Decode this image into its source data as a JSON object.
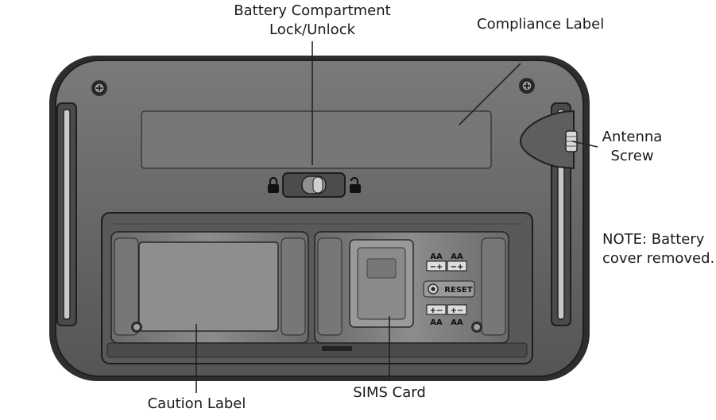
{
  "callouts": {
    "battery_lock": {
      "line1": "Battery Compartment",
      "line2": "Lock/Unlock"
    },
    "compliance": "Compliance Label",
    "antenna": {
      "line1": "Antenna",
      "line2": "Screw"
    },
    "note": {
      "line1": "NOTE: Battery",
      "line2": "cover removed."
    },
    "caution": "Caution Label",
    "sims": "SIMS Card"
  },
  "device_marks": {
    "aa": "AA",
    "plus_minus": "−+",
    "minus_plus": "+−",
    "reset": "RESET"
  },
  "icons": [
    "locked-padlock-icon",
    "unlocked-padlock-icon",
    "screw-icon",
    "reset-button-icon"
  ],
  "colors": {
    "body": "#6b6b6b",
    "body_dark": "#3f3f3f",
    "panel": "#8a8a8a",
    "compartment": "#5a5a5a",
    "leader_line": "#222222"
  }
}
